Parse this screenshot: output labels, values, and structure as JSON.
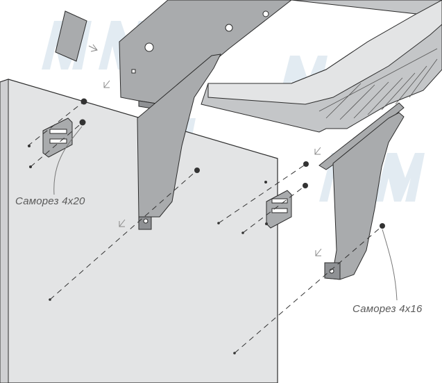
{
  "labels": {
    "screw_left": "Саморез 4х20",
    "screw_right": "Саморез 4х16"
  },
  "colors": {
    "panel_fill": "#e3e4e5",
    "panel_stroke": "#2b2b2b",
    "metal_fill": "#a9abad",
    "metal_stroke": "#2b2b2b",
    "watermark": "#dde8f0",
    "dash_line": "#333333",
    "arrow": "#888888",
    "screw": "#333333"
  },
  "watermark_text": "MMM",
  "icons": [
    "arrow-icon",
    "screw-icon",
    "bracket-icon"
  ]
}
